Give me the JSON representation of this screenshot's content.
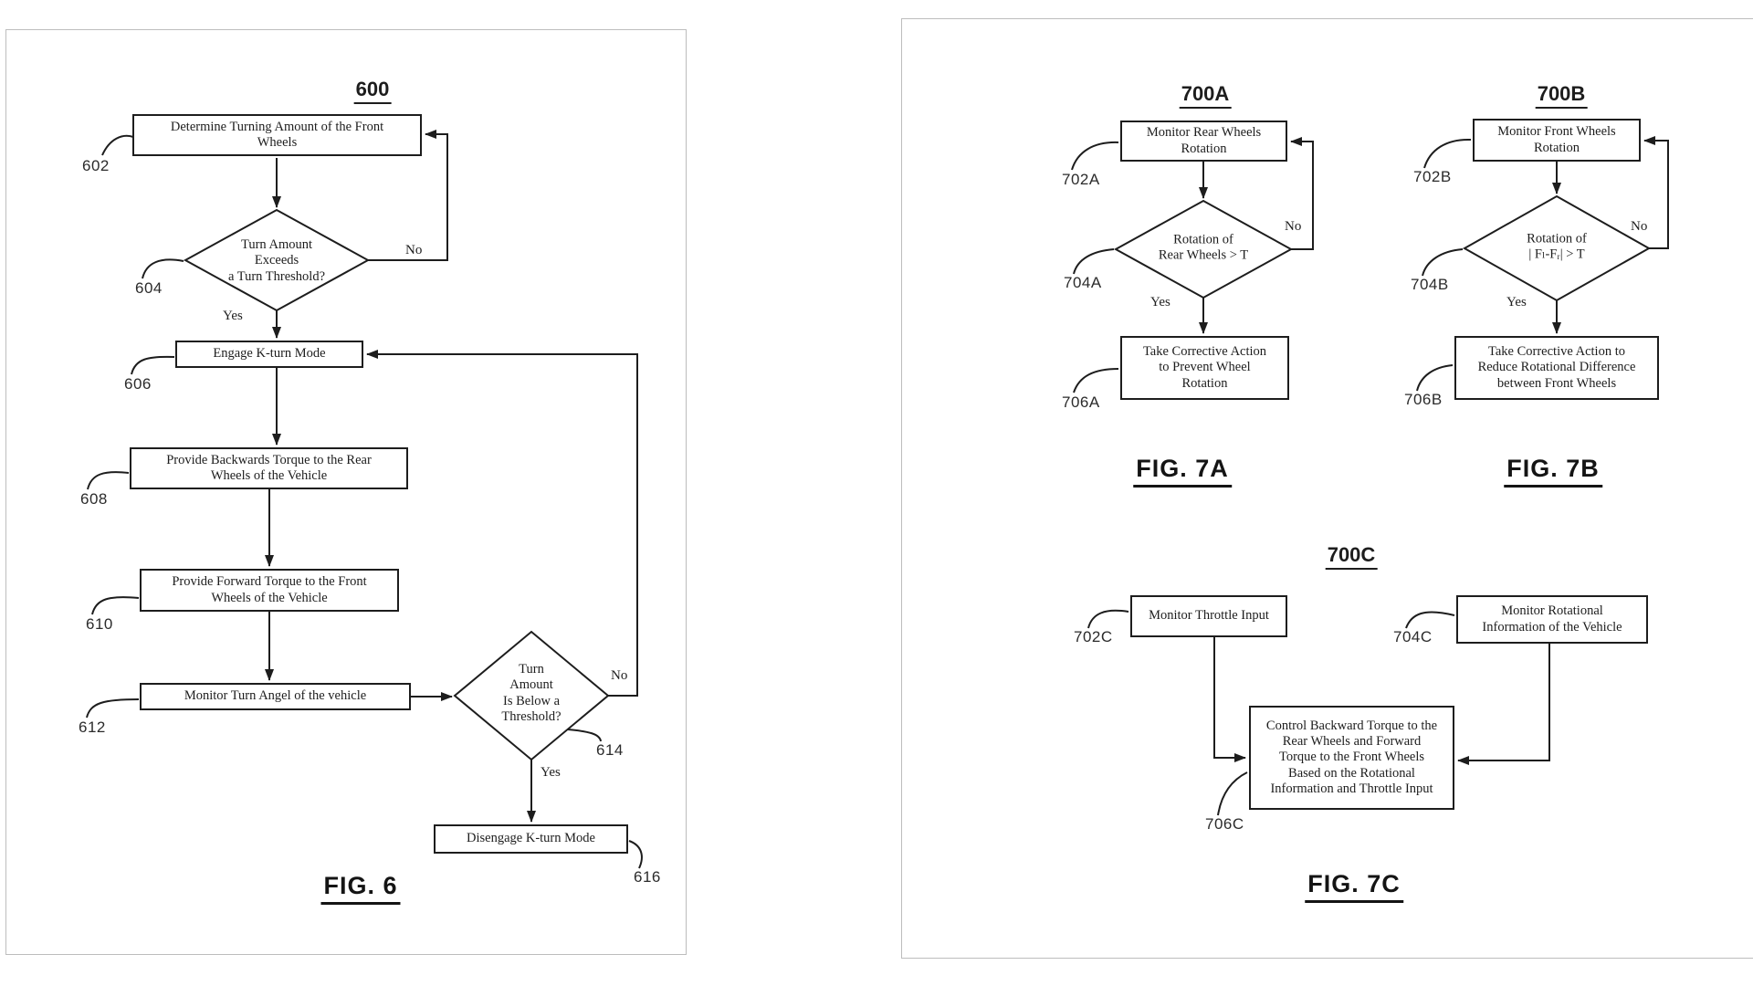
{
  "page": {
    "background": "#ffffff",
    "ink": "#1d1d1d",
    "card_border": "#bdbdbd"
  },
  "fig6": {
    "diagram_number": "600",
    "figure_label": "FIG. 6",
    "nodes": {
      "n602": {
        "ref": "602",
        "text": "Determine Turning Amount of the Front\nWheels"
      },
      "n604": {
        "ref": "604",
        "text": "Turn Amount\nExceeds\na Turn Threshold?"
      },
      "n606": {
        "ref": "606",
        "text": "Engage K-turn Mode"
      },
      "n608": {
        "ref": "608",
        "text": "Provide Backwards Torque to the Rear\nWheels of the Vehicle"
      },
      "n610": {
        "ref": "610",
        "text": "Provide Forward Torque to the Front\nWheels of the Vehicle"
      },
      "n612": {
        "ref": "612",
        "text": "Monitor Turn Angel of the vehicle"
      },
      "n614": {
        "ref": "614",
        "text": "Turn\nAmount\nIs Below a\nThreshold?"
      },
      "n616": {
        "ref": "616",
        "text": "Disengage K-turn Mode"
      }
    },
    "labels": {
      "no1": "No",
      "yes1": "Yes",
      "no2": "No",
      "yes2": "Yes"
    }
  },
  "fig7a": {
    "diagram_number": "700A",
    "figure_label": "FIG. 7A",
    "nodes": {
      "n702a": {
        "ref": "702A",
        "text": "Monitor Rear Wheels\nRotation"
      },
      "n704a": {
        "ref": "704A",
        "text": "Rotation of\nRear Wheels > T"
      },
      "n706a": {
        "ref": "706A",
        "text": "Take Corrective Action\nto Prevent Wheel\nRotation"
      }
    },
    "labels": {
      "no": "No",
      "yes": "Yes"
    }
  },
  "fig7b": {
    "diagram_number": "700B",
    "figure_label": "FIG. 7B",
    "nodes": {
      "n702b": {
        "ref": "702B",
        "text": "Monitor Front Wheels\nRotation"
      },
      "n704b": {
        "ref": "704B",
        "text": "Rotation of\n| Fₗ-Fᵣ| > T"
      },
      "n706b": {
        "ref": "706B",
        "text": "Take Corrective Action to\nReduce Rotational Difference\nbetween Front Wheels"
      }
    },
    "labels": {
      "no": "No",
      "yes": "Yes"
    }
  },
  "fig7c": {
    "diagram_number": "700C",
    "figure_label": "FIG. 7C",
    "nodes": {
      "n702c": {
        "ref": "702C",
        "text": "Monitor Throttle Input"
      },
      "n704c": {
        "ref": "704C",
        "text": "Monitor Rotational\nInformation of the Vehicle"
      },
      "n706c": {
        "ref": "706C",
        "text": "Control Backward Torque to the\nRear Wheels and Forward\nTorque to the Front Wheels\nBased on the Rotational\nInformation and Throttle Input"
      }
    }
  }
}
